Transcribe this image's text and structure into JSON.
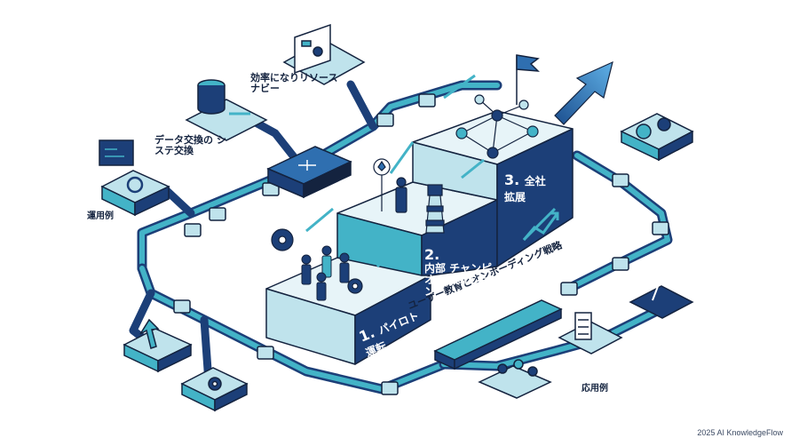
{
  "labels": {
    "efficiency": "効率になりリソース ナビー",
    "data_exchange": "データ交換の システ交換",
    "usage_example_left": "運用例",
    "usage_example_right": "応用例",
    "onboarding": "ユーザー教育とオンボーディング戦略"
  },
  "steps": [
    {
      "num": "1.",
      "text": "パイロト運転"
    },
    {
      "num": "2.",
      "text": "内部 チャンピオン 成化ション"
    },
    {
      "num": "3.",
      "text": "全社 拡展"
    }
  ],
  "footer": "2025 AI KnowledgeFlow",
  "colors": {
    "navy": "#1c3f78",
    "dark": "#14233f",
    "teal": "#43b3c7",
    "light": "#bfe3ec",
    "pale": "#e7f4f8",
    "accent": "#2f6fb0"
  }
}
